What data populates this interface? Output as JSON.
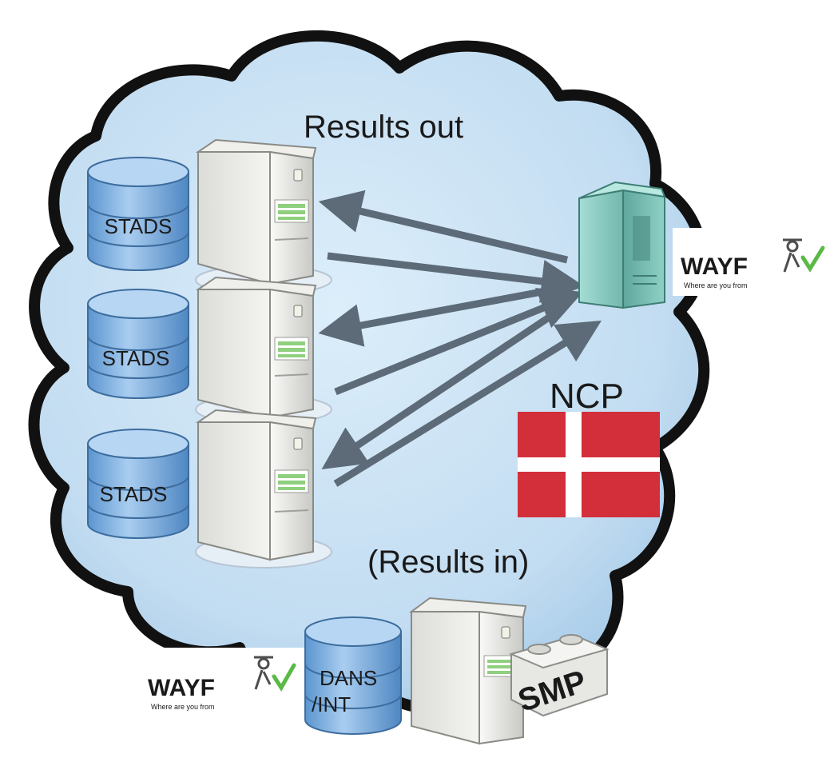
{
  "diagram": {
    "title_top": "Results out",
    "title_bottom": "(Results in)",
    "ncp_label": "NCP",
    "databases": [
      "STADS",
      "STADS",
      "STADS"
    ],
    "bottom_database": [
      "DANS",
      "/INT"
    ],
    "smp_label": "SMP",
    "wayf": {
      "name": "WAYF",
      "tagline": "Where are you from"
    },
    "colors": {
      "cloud": "#cde3f4",
      "arrow": "#5d6b78",
      "database": "#7eb3e3",
      "ncp_server": "#8fd0c6",
      "flag_red": "#d22f3a",
      "smp_green": "#2fa33e",
      "wayf_check": "#5ab947"
    }
  }
}
